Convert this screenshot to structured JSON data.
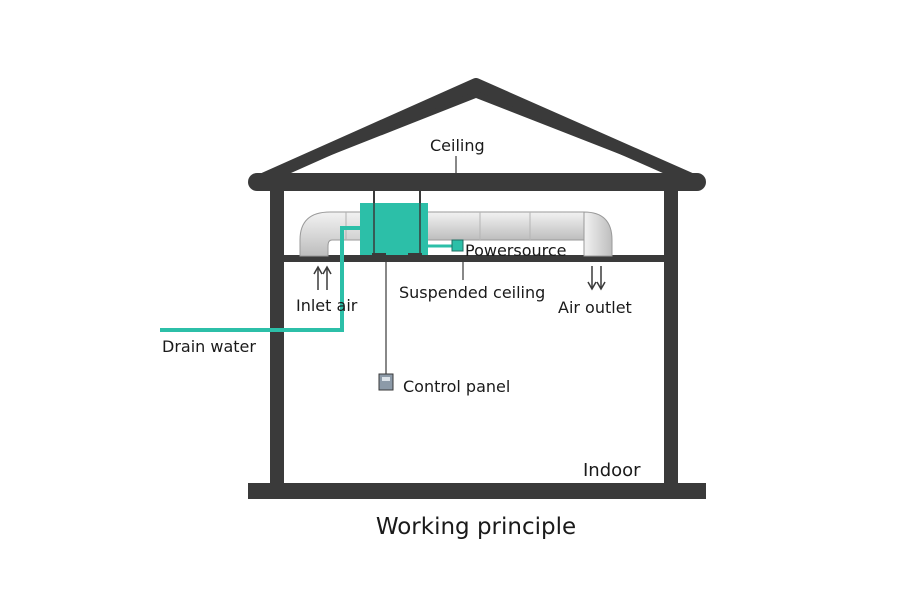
{
  "labels": {
    "ceiling": "Ceiling",
    "power_source": "Powersource",
    "inlet_air": "Inlet air",
    "suspended_ceiling": "Suspended ceiling",
    "air_outlet": "Air outlet",
    "drain_water": "Drain water",
    "control_panel": "Control panel",
    "indoor": "Indoor"
  },
  "caption": "Working principle",
  "colors": {
    "structure": "#3a3a3a",
    "unit": "#2cbfa8",
    "duct": "#d6d6d6",
    "duct_edge": "#9a9a9a",
    "panel": "#8c9aa8"
  }
}
